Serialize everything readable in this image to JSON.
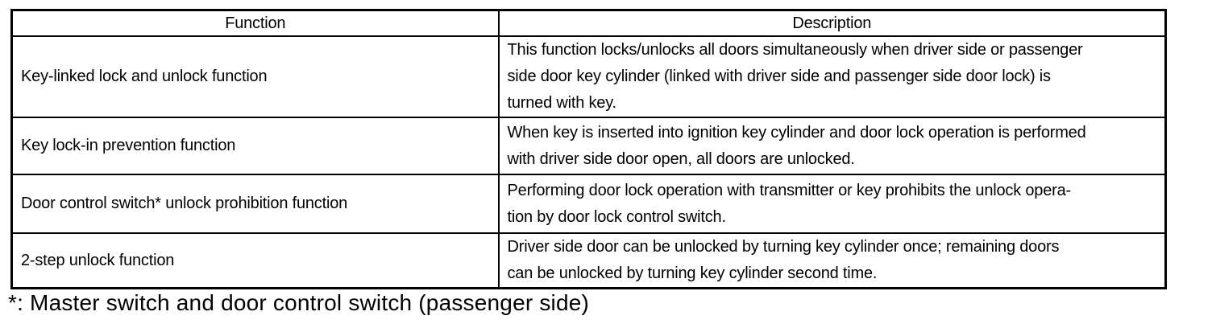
{
  "table": {
    "headers": {
      "function": "Function",
      "description": "Description"
    },
    "rows": [
      {
        "function": "Key-linked lock and unlock function",
        "description": "This function locks/unlocks all doors simultaneously when driver side or passenger\nside door key cylinder (linked with driver side and passenger side door lock) is\nturned with key."
      },
      {
        "function": "Key lock-in prevention function",
        "description": "When key is inserted into ignition key cylinder and door lock operation is performed\nwith driver side door open, all doors are unlocked."
      },
      {
        "function": "Door control switch* unlock prohibition function",
        "description": "Performing door lock operation with transmitter or key prohibits the unlock opera-\ntion by door lock control switch."
      },
      {
        "function": "2-step unlock function",
        "description": "Driver side door can be unlocked by turning key cylinder once; remaining doors\ncan be unlocked by turning key cylinder second time."
      }
    ]
  },
  "footnote": "*: Master switch and door control switch (passenger side)",
  "colors": {
    "border": "#000000",
    "text": "#000000",
    "background": "#ffffff"
  }
}
